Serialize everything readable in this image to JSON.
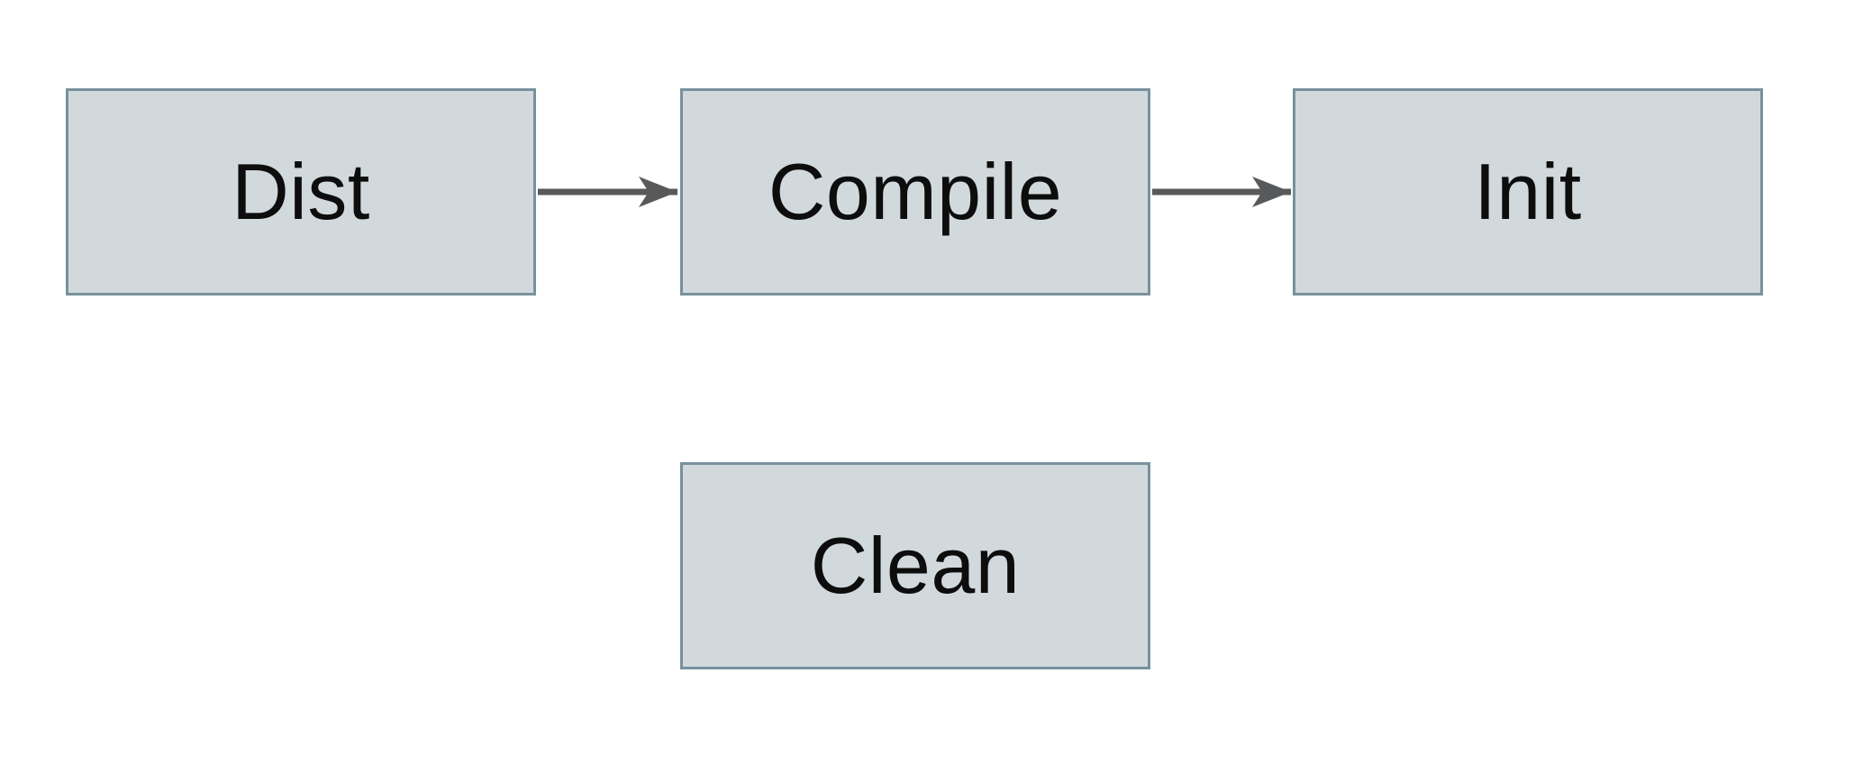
{
  "diagram": {
    "nodes": [
      {
        "id": "dist",
        "label": "Dist"
      },
      {
        "id": "compile",
        "label": "Compile"
      },
      {
        "id": "init",
        "label": "Init"
      },
      {
        "id": "clean",
        "label": "Clean"
      }
    ],
    "edges": [
      {
        "from": "Dist",
        "to": "Compile"
      },
      {
        "from": "Compile",
        "to": "Init"
      }
    ]
  },
  "colors": {
    "background": "#ffffff",
    "nodeFill": "#d1d9dc",
    "nodeBorder": "#78919d",
    "arrow": "#58595b",
    "text": "#0d0d0d"
  }
}
